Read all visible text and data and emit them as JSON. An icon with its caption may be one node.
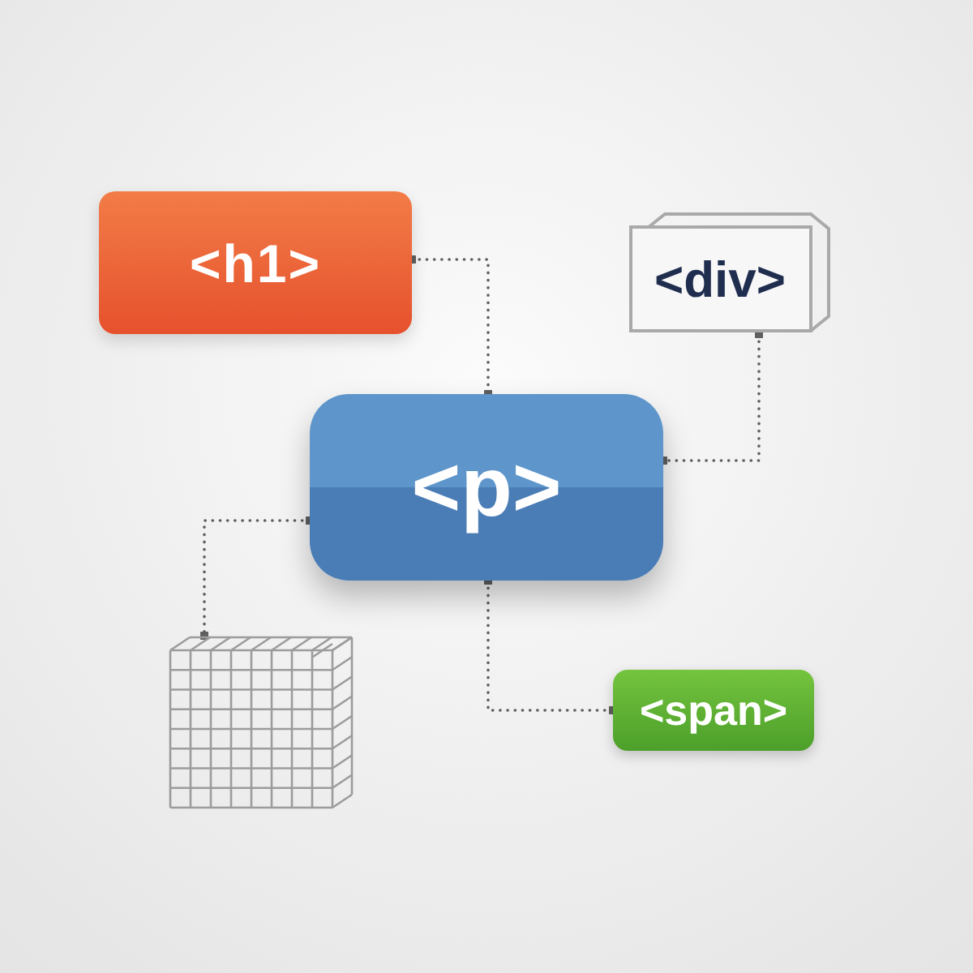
{
  "diagram": {
    "nodes": [
      {
        "text": [
          "<h1>"
        ]
      },
      {
        "text": [
          "<div>"
        ]
      },
      {
        "text": [
          "<p>"
        ]
      },
      {
        "text": [],
        "shape": "picture"
      },
      {
        "text": [
          "<span>"
        ]
      }
    ],
    "edges": [
      {
        "from": 0,
        "to": 2,
        "arrow": "other",
        "style": "dashed"
      },
      {
        "from": 1,
        "to": 2,
        "arrow": "other",
        "style": "dashed"
      },
      {
        "from": 2,
        "to": 3,
        "arrow": "other",
        "style": "dashed"
      },
      {
        "from": 2,
        "to": 4,
        "arrow": "other",
        "style": "dashed"
      }
    ]
  }
}
